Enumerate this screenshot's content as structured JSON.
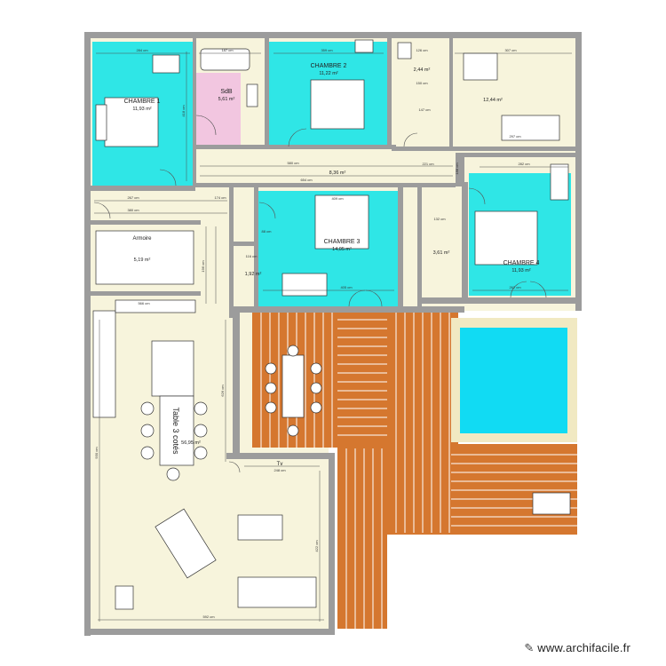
{
  "rooms": {
    "chambre1": {
      "name": "CHAMBRE 1",
      "area": "11,93 m²"
    },
    "sdb": {
      "name": "SdB",
      "area": "5,61 m²"
    },
    "chambre2": {
      "name": "CHAMBRE 2",
      "area": "11,22 m²"
    },
    "wc_top": {
      "area": "2,44 m²"
    },
    "cuisine_top": {
      "area": "12,44 m²"
    },
    "couloir": {
      "area": "8,36 m²"
    },
    "buanderie": {
      "area": "5,19 m²"
    },
    "chambre3": {
      "name": "CHAMBRE 3",
      "area": "14,05 m²"
    },
    "wc_small": {
      "area": "1,92 m²"
    },
    "sde": {
      "area": "3,61 m²"
    },
    "chambre4": {
      "name": "CHAMBRE 4",
      "area": "11,93 m²"
    },
    "sejour": {
      "area": "56,95 m²"
    }
  },
  "labels": {
    "table": "Table 3 cotés",
    "tv": "Tv",
    "buanderie_text": "Armoire"
  },
  "dimensions": {
    "d284": "284 cm",
    "d187": "187 cm",
    "d359": "359 cm",
    "d126": "126 cm",
    "d307": "307 cm",
    "d418": "418 cm",
    "d150": "150 cm",
    "d147": "147 cm",
    "d297": "297 cm",
    "d580": "580 cm",
    "d654": "654 cm",
    "d221": "221 cm",
    "d267": "267 cm",
    "d174": "174 cm",
    "d380": "380 cm",
    "d409": "409 cm",
    "d282": "282 cm",
    "d405": "405 cm",
    "d262": "262 cm",
    "d566": "566 cm",
    "d626": "626 cm",
    "d592": "592 cm",
    "d248": "248 cm",
    "d930": "930 cm",
    "d422": "422 cm",
    "d196": "196 cm",
    "d116": "116 cm",
    "d88": "88 cm",
    "d132": "132 cm",
    "d188": "188 cm"
  },
  "colors": {
    "bedroom": "#2fe6e6",
    "bathroom": "#f2c6e0",
    "floor": "#f7f4dc",
    "wall": "#9c9c9c",
    "deck": "#d5772f",
    "pool": "#11dbf3",
    "pool_edge": "#f1e9c2"
  },
  "watermark": {
    "text": "www.archifacile.fr",
    "icon": "pencil-icon"
  }
}
